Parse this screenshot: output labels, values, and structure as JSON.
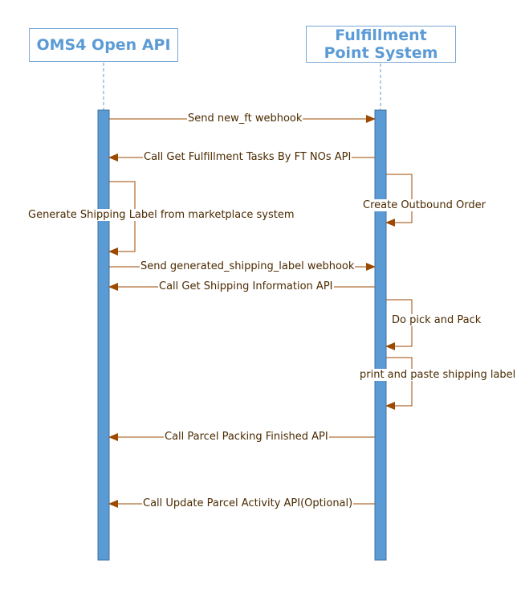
{
  "actors": [
    {
      "id": "oms",
      "label": "OMS4 Open API"
    },
    {
      "id": "fps",
      "label": "Fulfillment Point System"
    }
  ],
  "messages": [
    {
      "id": "m1",
      "label": "Send new_ft webhook",
      "from": "oms",
      "to": "fps"
    },
    {
      "id": "m2",
      "label": "Call Get Fulfillment Tasks By FT NOs API",
      "from": "fps",
      "to": "oms"
    },
    {
      "id": "m3",
      "label": "Create Outbound Order",
      "from": "fps",
      "to": "fps"
    },
    {
      "id": "m4",
      "label": "Generate Shipping Label from marketplace system",
      "from": "oms",
      "to": "oms"
    },
    {
      "id": "m5",
      "label": "Send generated_shipping_label webhook",
      "from": "oms",
      "to": "fps"
    },
    {
      "id": "m6",
      "label": "Call Get Shipping Information API",
      "from": "fps",
      "to": "oms"
    },
    {
      "id": "m7",
      "label": "Do pick and Pack",
      "from": "fps",
      "to": "fps"
    },
    {
      "id": "m8",
      "label": "print and paste shipping label",
      "from": "fps",
      "to": "fps"
    },
    {
      "id": "m9",
      "label": "Call Parcel Packing Finished API",
      "from": "fps",
      "to": "oms"
    },
    {
      "id": "m10",
      "label": "Call Update Parcel Activity API(Optional)",
      "from": "fps",
      "to": "oms"
    }
  ],
  "colors": {
    "actor_text": "#5b9bd5",
    "actor_border": "#7aa7d6",
    "lifeline": "#5b9bd5",
    "activation_fill": "#5b9bd5",
    "activation_border": "#41719c",
    "arrow": "#9c4a00",
    "label_text": "#4a2a00"
  }
}
